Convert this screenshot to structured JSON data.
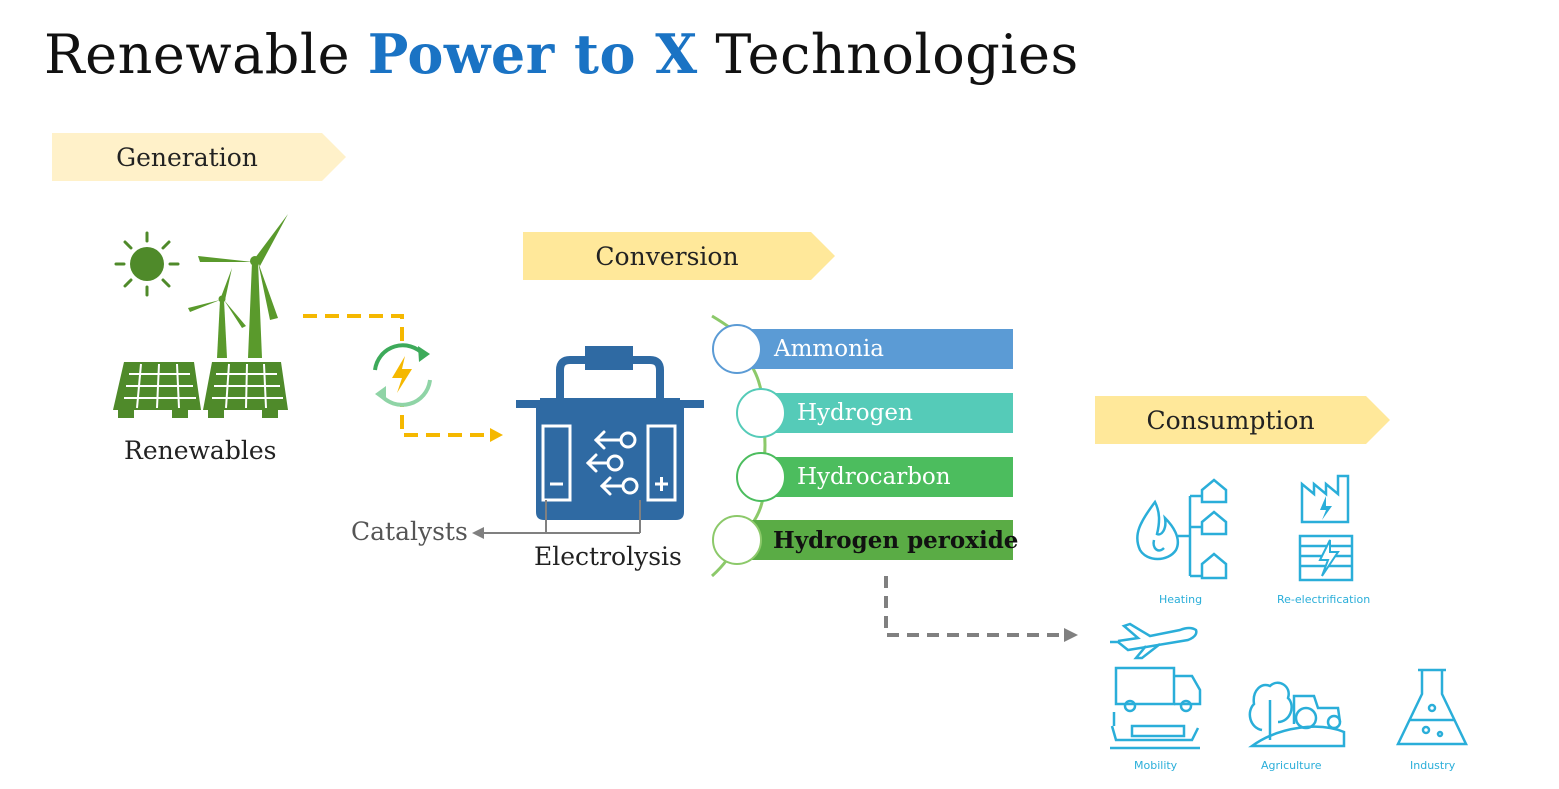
{
  "title": {
    "part1": "Renewable ",
    "accent": "Power to X",
    "part2": " Technologies"
  },
  "stages": {
    "generation": "Generation",
    "conversion": "Conversion",
    "consumption": "Consumption"
  },
  "labels": {
    "renewables": "Renewables",
    "electrolysis": "Electrolysis",
    "catalysts": "Catalysts"
  },
  "products": [
    {
      "name": "Ammonia",
      "color": "#5b9bd5"
    },
    {
      "name": "Hydrogen",
      "color": "#55cbb8"
    },
    {
      "name": "Hydrocarbon",
      "color": "#4cbd5e"
    },
    {
      "name": "Hydrogen peroxide",
      "color": "#5aac45"
    }
  ],
  "uses": {
    "heating": "Heating",
    "reelectrification": "Re-electrification",
    "mobility": "Mobility",
    "agriculture": "Agriculture",
    "industry": "Industry"
  },
  "colors": {
    "accent": "#1a73c4",
    "renewable_green": "#4f8a2a",
    "electrolyzer_blue": "#2f6aa3",
    "icon_cyan": "#2aaed9",
    "flow_yellow": "#f5b800",
    "flow_gray": "#808080"
  }
}
